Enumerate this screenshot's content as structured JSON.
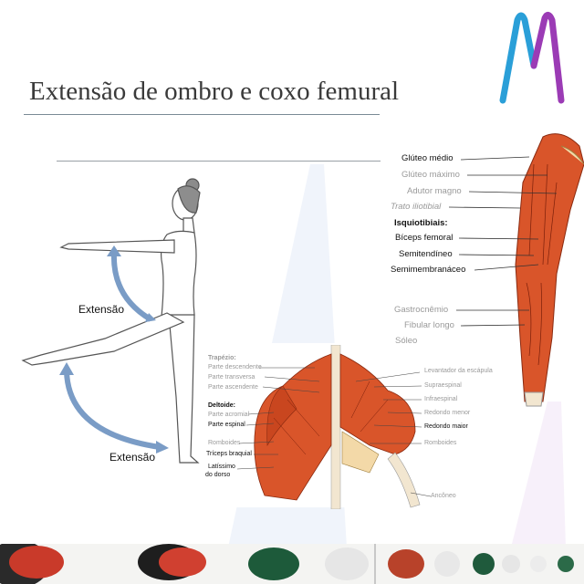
{
  "title": "Extensão de ombro e coxo femural",
  "colors": {
    "logo_blue": "#2a9fd8",
    "logo_purple": "#9b3bb5",
    "muscle": "#d9552a",
    "arrow": "#7a9cc6",
    "watermark": "#e8eef8"
  },
  "figure1": {
    "label_shoulder": "Extensão",
    "label_hip": "Extensão"
  },
  "leg_labels": {
    "gluteo_medio": "Glúteo médio",
    "gluteo_maximo": "Glúteo máximo",
    "adutor_magno": "Adutor magno",
    "trato_iliotibial": "Trato iliotibial",
    "isquiotibiais": "Isquiotibiais:",
    "biceps_femoral": "Bíceps femoral",
    "semitendineo": "Semitendíneo",
    "semimembranaceo": "Semimembranáceo",
    "gastrocnemio": "Gastrocnêmio",
    "fibular_longo": "Fibular longo",
    "soleo": "Sóleo"
  },
  "back_labels": {
    "trapezio": "Trapézio:",
    "parte_descendente": "Parte descendente",
    "parte_transversa": "Parte transversa",
    "parte_ascendente": "Parte ascendente",
    "deltoide": "Deltoide:",
    "parte_acromial": "Parte acromial",
    "parte_espinal": "Parte espinal",
    "romboides_left": "Romboides",
    "triceps": "Tríceps braquial",
    "latissimo_1": "Latíssimo",
    "latissimo_2": "do dorso",
    "levantador": "Levantador da escápula",
    "supraespinal": "Supraespinal",
    "infraespinal": "Infraespinal",
    "redondo_menor": "Redondo menor",
    "redondo_maior": "Redondo maior",
    "romboides_right": "Romboides",
    "anconeo": "Ancôneo"
  }
}
